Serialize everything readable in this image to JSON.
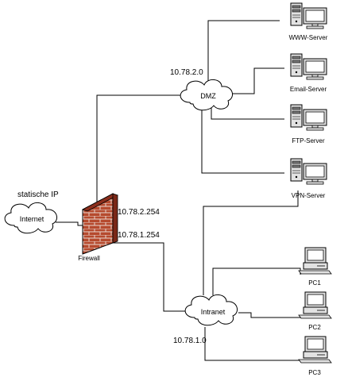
{
  "network": {
    "internet_label": "Internet",
    "static_ip_label": "statische IP",
    "firewall_label": "Firewall",
    "firewall_ip_dmz": "10.78.2.254",
    "firewall_ip_intranet": "10.78.1.254",
    "dmz": {
      "label": "DMZ",
      "subnet": "10.78.2.0"
    },
    "intranet": {
      "label": "Intranet",
      "subnet": "10.78.1.0"
    },
    "servers": [
      {
        "label": "WWW-Server"
      },
      {
        "label": "Email-Server"
      },
      {
        "label": "FTP-Server"
      },
      {
        "label": "VPN-Server"
      }
    ],
    "pcs": [
      {
        "label": "PC1"
      },
      {
        "label": "PC2"
      },
      {
        "label": "PC3"
      }
    ]
  }
}
